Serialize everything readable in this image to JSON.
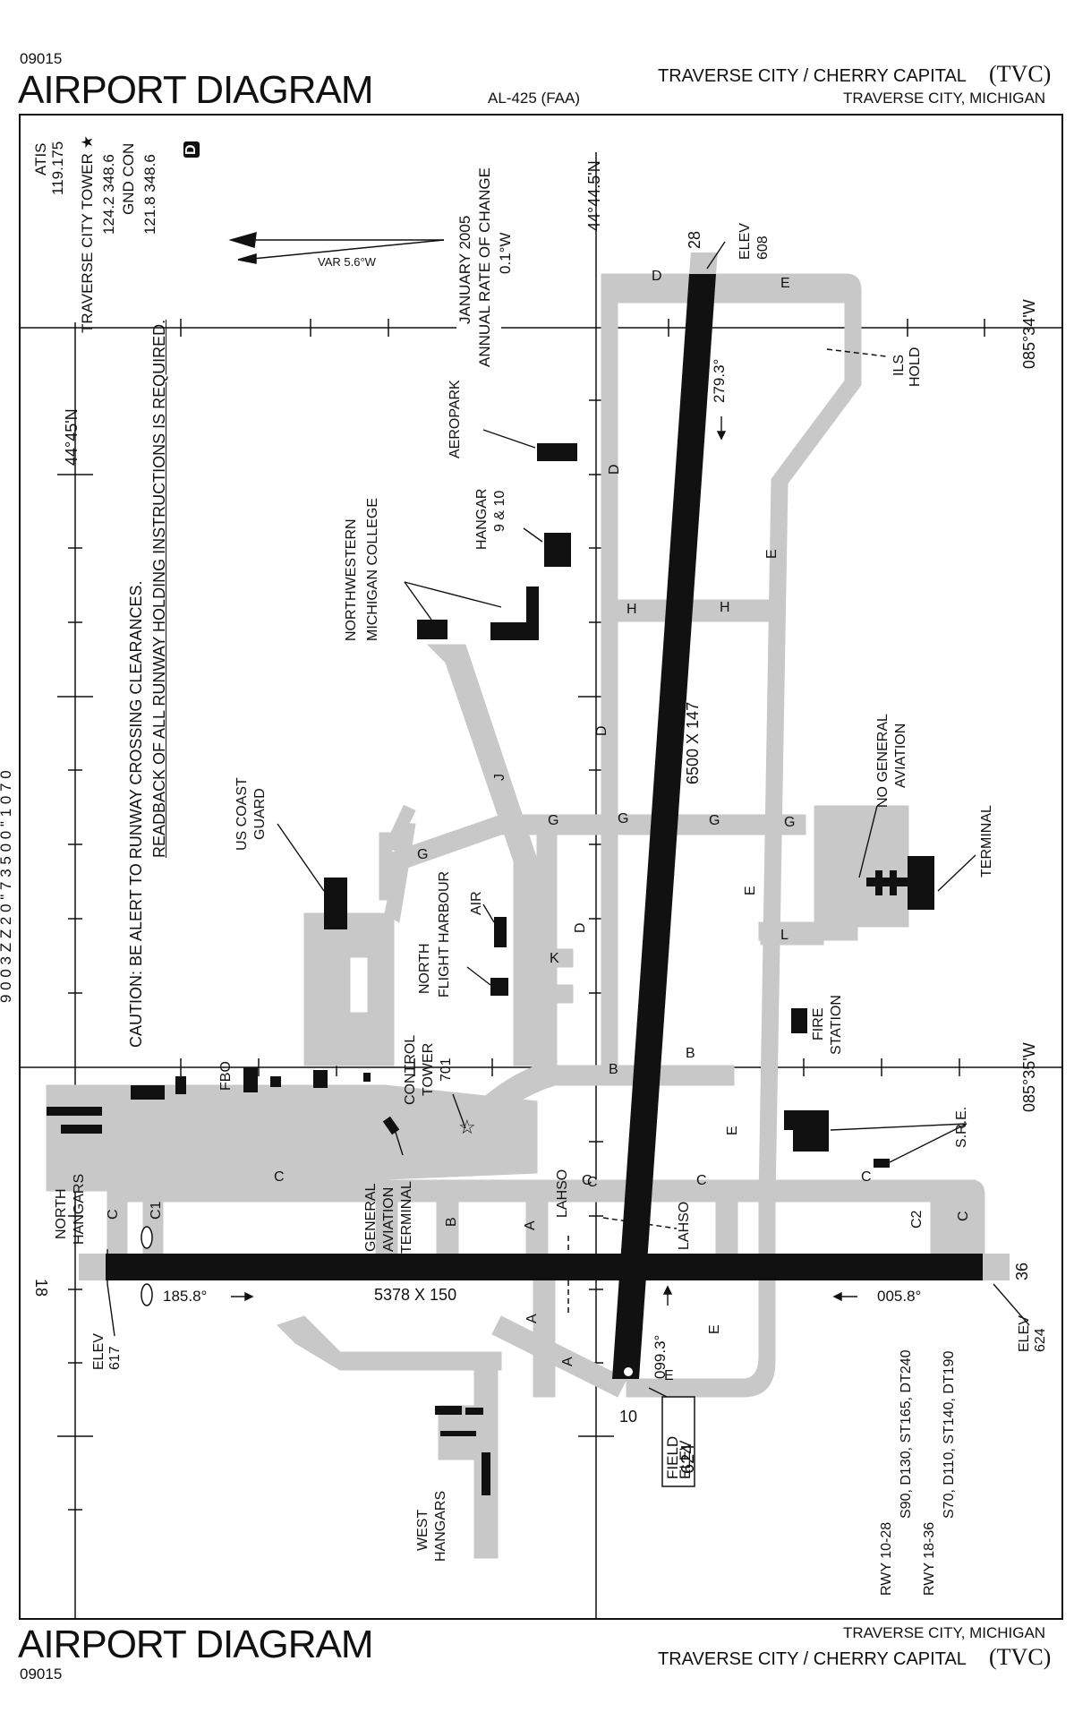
{
  "header": {
    "cycle": "09015",
    "title": "AIRPORT DIAGRAM",
    "al_number": "AL-425 (FAA)",
    "airport_name": "TRAVERSE CITY / CHERRY CAPITAL",
    "airport_id": "(TVC)",
    "location": "TRAVERSE CITY, MICHIGAN"
  },
  "footer": {
    "cycle": "09015",
    "title": "AIRPORT DIAGRAM",
    "airport_name": "TRAVERSE CITY / CHERRY CAPITAL",
    "airport_id": "(TVC)",
    "location": "TRAVERSE CITY, MICHIGAN"
  },
  "frequencies": {
    "atis_label": "ATIS",
    "atis_freq": "119.175",
    "tower_label": "TRAVERSE CITY TOWER ★",
    "tower_freq": "124.2  348.6",
    "gnd_label": "GND CON",
    "gnd_freq": "121.8  348.6",
    "airspace_class": "D"
  },
  "variation": {
    "date": "JANUARY 2005",
    "rate_label": "ANNUAL RATE OF CHANGE",
    "rate": "0.1°W",
    "var": "VAR 5.6°W"
  },
  "coordinates": {
    "lat_top": "44°44.5'N",
    "lat_left": "44°45'N",
    "lon_right_top": "085°34'W",
    "lon_right_bottom": "085°35'W"
  },
  "caution": {
    "line1": "CAUTION: BE ALERT TO RUNWAY CROSSING CLEARANCES.",
    "line2": "READBACK OF ALL RUNWAY HOLDING INSTRUCTIONS IS REQUIRED."
  },
  "side_text": "9 0 0 3 Z Z 2 0 \" 7 3 5 0 0 \" 1 0 7 0",
  "runways": {
    "r10_28": {
      "dimensions": "6500 X 147",
      "end_10": "10",
      "end_28": "28",
      "hdg_279": "279.3°",
      "hdg_099": "099.3°",
      "elev_28_label": "ELEV",
      "elev_28": "608"
    },
    "r18_36": {
      "dimensions": "5378 X 150",
      "end_18": "18",
      "end_36": "36",
      "hdg_185": "185.8°",
      "hdg_005": "005.8°",
      "elev_18_label": "ELEV",
      "elev_18": "617",
      "elev_36_label": "ELEV",
      "elev_36": "624"
    }
  },
  "field_elev": {
    "label1": "FIELD",
    "label2": "ELEV",
    "value": "624"
  },
  "taxiways": [
    "A",
    "B",
    "C",
    "C1",
    "C2",
    "D",
    "E",
    "G",
    "H",
    "J",
    "K",
    "L",
    "LAHSO",
    "ILS HOLD"
  ],
  "buildings": {
    "aeropark": "AEROPARK",
    "hangar_1": "HANGAR",
    "hangar_2": "9 & 10",
    "nmc_1": "NORTHWESTERN",
    "nmc_2": "MICHIGAN COLLEGE",
    "uscg_1": "US COAST",
    "uscg_2": "GUARD",
    "nfh_1": "NORTH",
    "nfh_2": "FLIGHT HARBOUR",
    "nfh_3": "AIR",
    "fbo": "FBO",
    "ctl_1": "CONTROL",
    "ctl_2": "TOWER",
    "ctl_3": "701",
    "gat_1": "GENERAL",
    "gat_2": "AVIATION",
    "gat_3": "TERMINAL",
    "nh_1": "NORTH",
    "nh_2": "HANGARS",
    "wh_1": "WEST",
    "wh_2": "HANGARS",
    "nga_1": "NO GENERAL",
    "nga_2": "AVIATION",
    "terminal": "TERMINAL",
    "fire_1": "FIRE",
    "fire_2": "STATION",
    "sre": "S.R.E.",
    "ils_1": "ILS",
    "ils_2": "HOLD"
  },
  "weight_bearing": {
    "l1": "RWY 10-28",
    "l2": "S90, D130, ST165, DT240",
    "l3": "RWY 18-36",
    "l4": "S70, D110, ST140, DT190"
  }
}
